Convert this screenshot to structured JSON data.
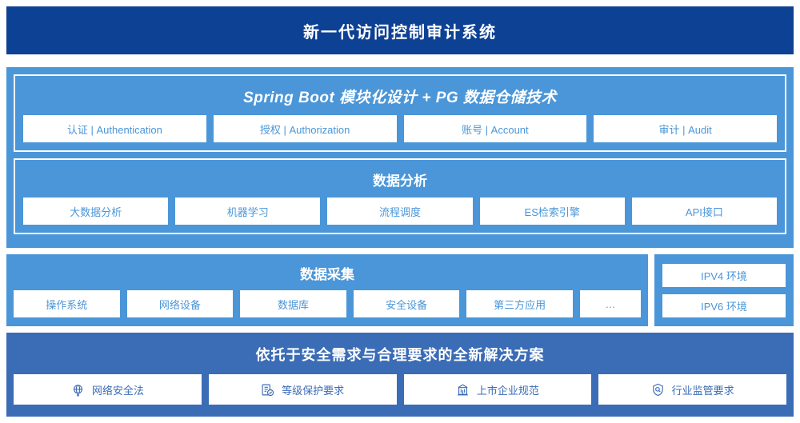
{
  "header": {
    "title": "新一代访问控制审计系统"
  },
  "colors": {
    "header_bg": "#0d4194",
    "panel_blue": "#4a96d8",
    "bottom_blue": "#3b6cb6",
    "chip_bg": "#ffffff",
    "chip_text": "#4a96d8"
  },
  "platform": {
    "title": "Spring Boot 模块化设计 + PG 数据仓储技术",
    "items": [
      {
        "label": "认证 | Authentication"
      },
      {
        "label": "授权 | Authorization"
      },
      {
        "label": "账号 | Account"
      },
      {
        "label": "审计 | Audit"
      }
    ]
  },
  "analysis": {
    "title": "数据分析",
    "items": [
      {
        "label": "大数据分析"
      },
      {
        "label": "机器学习"
      },
      {
        "label": "流程调度"
      },
      {
        "label": "ES检索引擎"
      },
      {
        "label": "API接口"
      }
    ]
  },
  "collection": {
    "title": "数据采集",
    "items": [
      {
        "label": "操作系统"
      },
      {
        "label": "网络设备"
      },
      {
        "label": "数据库"
      },
      {
        "label": "安全设备"
      },
      {
        "label": "第三方应用"
      },
      {
        "label": "…"
      }
    ]
  },
  "environment": {
    "items": [
      {
        "label": "IPV4 环境"
      },
      {
        "label": "IPV6 环境"
      }
    ]
  },
  "solution": {
    "title": "依托于安全需求与合理要求的全新解决方案",
    "items": [
      {
        "label": "网络安全法",
        "icon": "globe-icon"
      },
      {
        "label": "等级保护要求",
        "icon": "document-check-icon"
      },
      {
        "label": "上市企业规范",
        "icon": "bank-building-icon"
      },
      {
        "label": "行业监管要求",
        "icon": "shield-search-icon"
      }
    ]
  }
}
